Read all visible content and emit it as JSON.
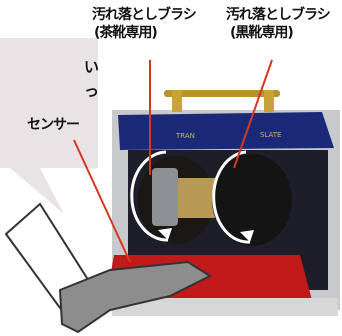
{
  "labels": {
    "brush_brown_line1": "汚れ落としブラシ",
    "brush_brown_line2": "(茶靴専用)",
    "brush_black_line1": "汚れ落としブラシ",
    "brush_black_line2": "(黒靴専用)",
    "sensor": "センサー"
  },
  "bubble": {
    "fragment_1": "い",
    "fragment_2": "っ"
  },
  "colors": {
    "background": "#ffffff",
    "bubble_fill": "#e9e3e6",
    "cabinet_side": "#c8c9cc",
    "cabinet_dark": "#1d1e2a",
    "top_panel": "#1a2a78",
    "brush": "#141414",
    "mat": "#c21a1a",
    "pointer_line": "#d9361f",
    "shoe": "#8d8d8d"
  }
}
